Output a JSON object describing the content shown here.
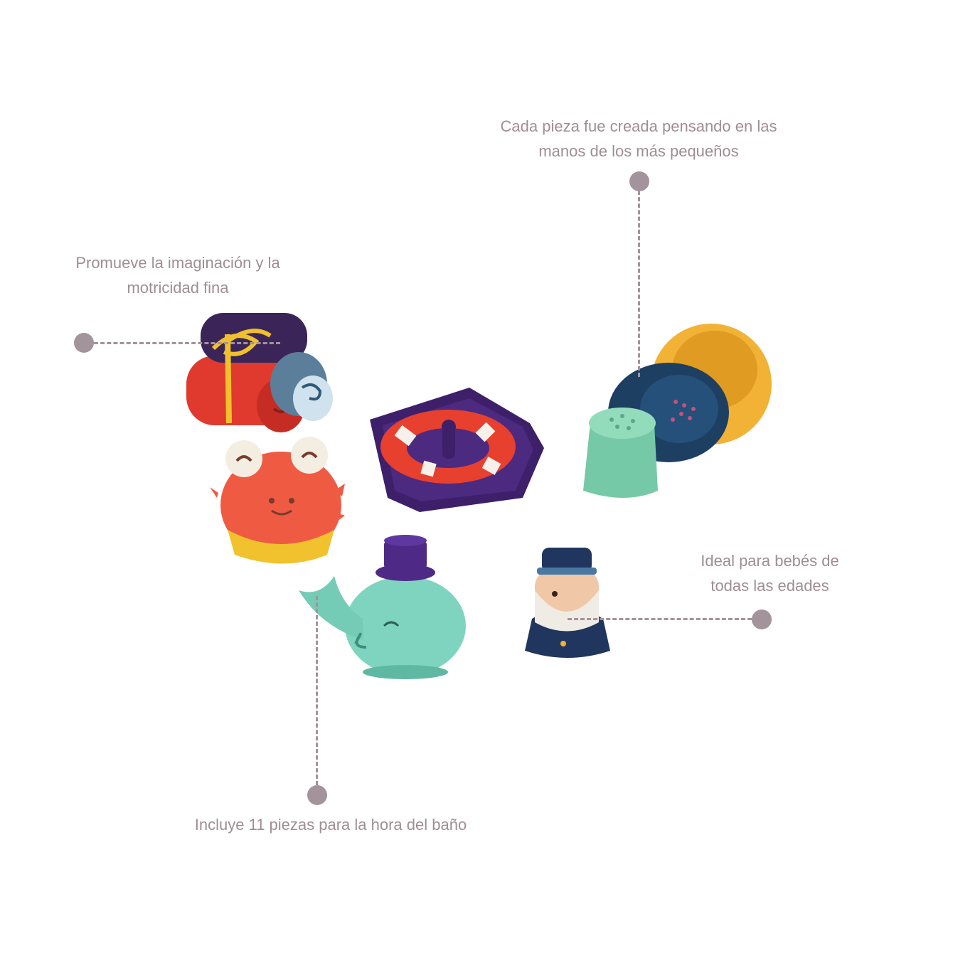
{
  "callouts": {
    "top_right": {
      "line1": "Cada pieza fue creada pensando en las",
      "line2": "manos de los más pequeños"
    },
    "left": {
      "line1": "Promueve la imaginación y la",
      "line2": "motricidad fina"
    },
    "right": {
      "line1": "Ideal para bebés de",
      "line2": "todas las edades"
    },
    "bottom": {
      "line1": "Incluye 11 piezas para la hora del baño"
    }
  },
  "colors": {
    "text": "#a08d95",
    "connector": "#a3939a"
  }
}
